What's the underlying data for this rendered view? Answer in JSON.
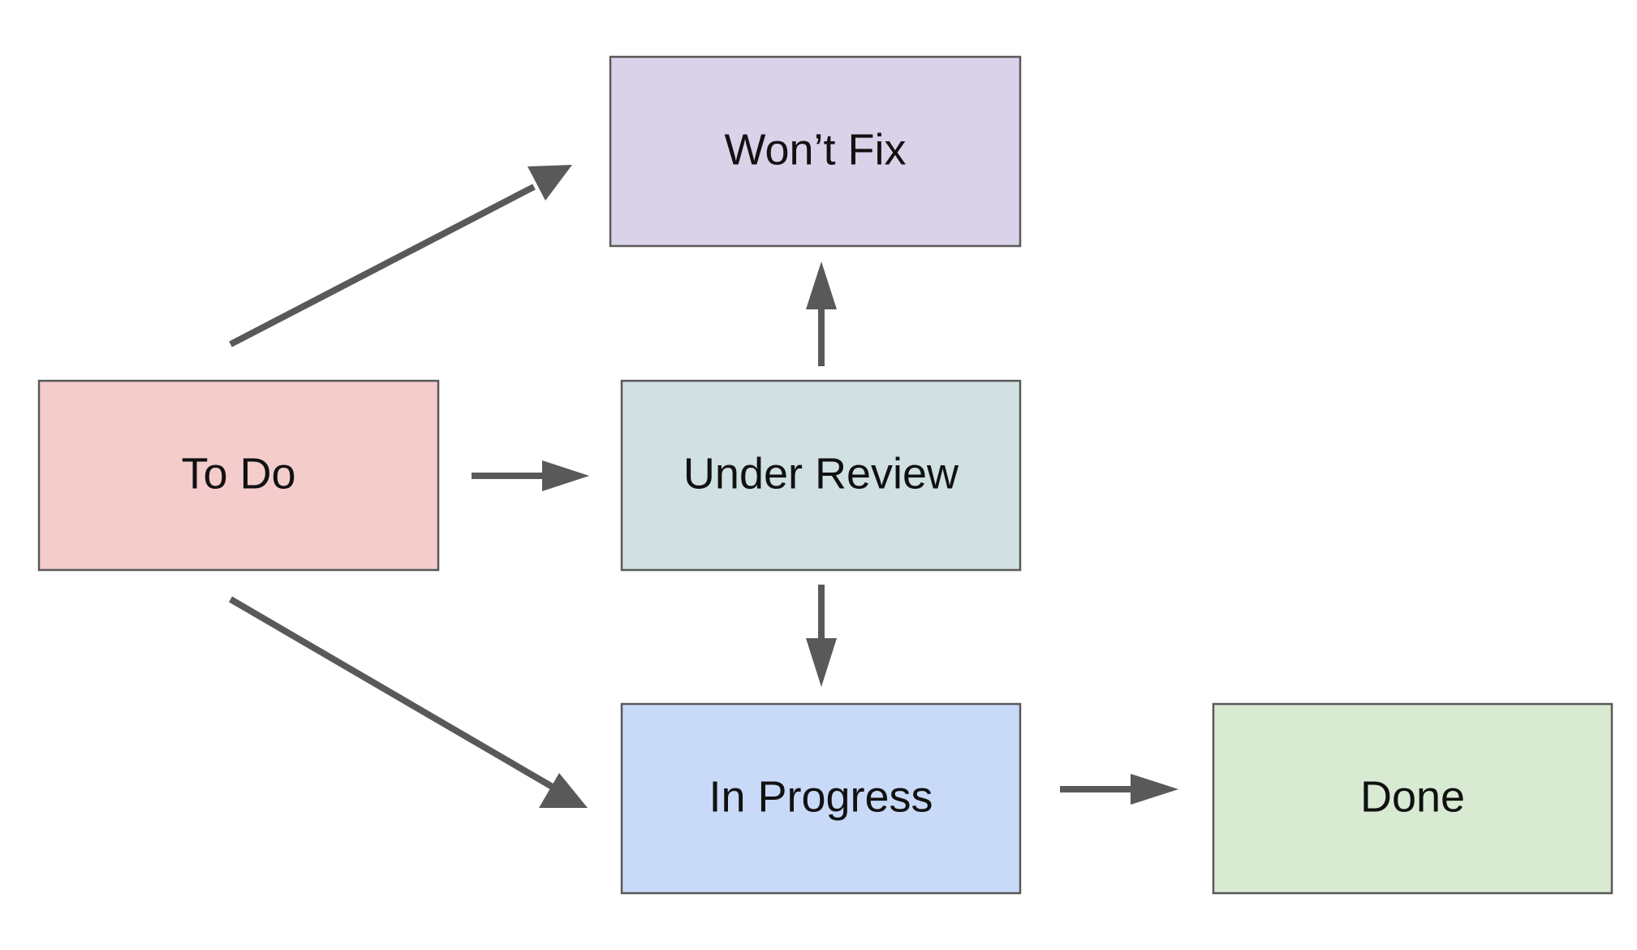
{
  "nodes": {
    "wont_fix": {
      "label": "Won’t Fix",
      "fill": "#d9d2e9"
    },
    "todo": {
      "label": "To Do",
      "fill": "#f4cccc"
    },
    "under_review": {
      "label": "Under Review",
      "fill": "#d0e0e3"
    },
    "in_progress": {
      "label": "In Progress",
      "fill": "#c9daf8"
    },
    "done": {
      "label": "Done",
      "fill": "#d9ead3"
    }
  },
  "edges": [
    {
      "from": "To Do",
      "to": "Won’t Fix"
    },
    {
      "from": "To Do",
      "to": "Under Review"
    },
    {
      "from": "To Do",
      "to": "In Progress"
    },
    {
      "from": "Under Review",
      "to": "Won’t Fix"
    },
    {
      "from": "Under Review",
      "to": "In Progress"
    },
    {
      "from": "In Progress",
      "to": "Done"
    }
  ],
  "colors": {
    "box_stroke": "#595959",
    "arrow": "#595959"
  }
}
